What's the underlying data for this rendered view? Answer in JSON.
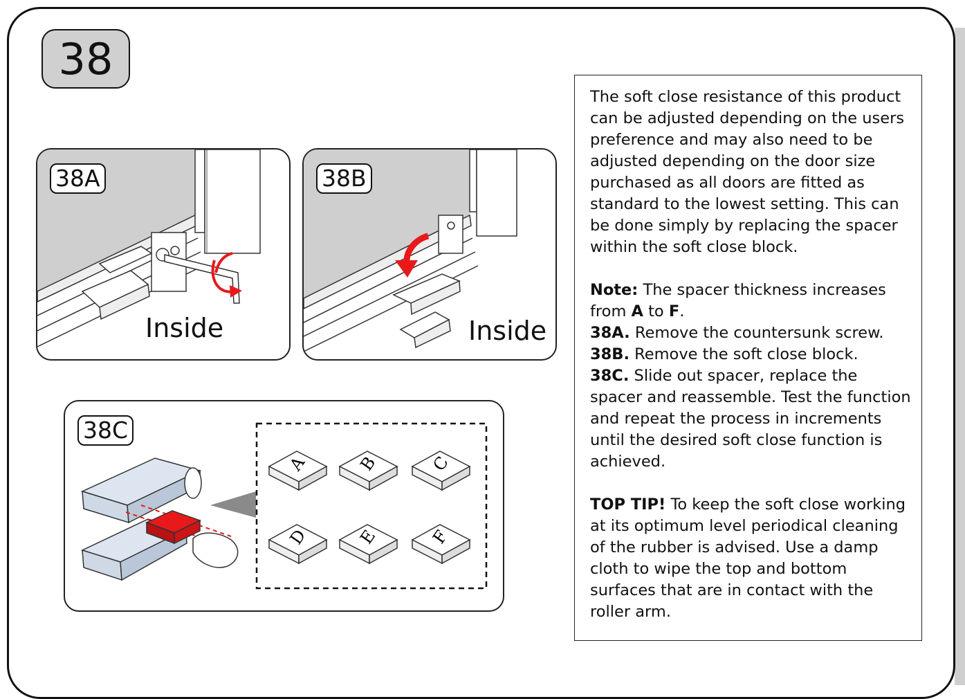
{
  "step": {
    "number": "38"
  },
  "panels": {
    "a": {
      "label": "38A",
      "caption": "Inside"
    },
    "b": {
      "label": "38B",
      "caption": "Inside"
    },
    "c": {
      "label": "38C",
      "spacers": [
        "A",
        "B",
        "C",
        "D",
        "E",
        "F"
      ]
    }
  },
  "instructions": {
    "intro": "The soft close resistance of this product can be adjusted depending on the users preference and may also need to be adjusted depending on the door size purchased as all doors are fitted as standard to the lowest setting. This can be done simply by replacing the spacer within the soft close block.",
    "note_label": "Note:",
    "note_text_1": "The spacer thickness increases from",
    "note_from": "A",
    "note_to_word": "to",
    "note_to": "F",
    "note_end": ".",
    "steps": [
      {
        "label": "38A.",
        "text": "Remove the countersunk screw."
      },
      {
        "label": "38B.",
        "text": "Remove the soft close block."
      },
      {
        "label": "38C.",
        "text": "Slide out spacer, replace the spacer and reassemble. Test the function and repeat the process in increments until the desired soft close function is achieved."
      }
    ],
    "tip_label": "TOP TIP!",
    "tip_text": "To keep the soft close working at its optimum level periodical cleaning of the rubber is advised. Use a damp cloth to wipe the top and bottom surfaces that are in contact with the roller arm."
  },
  "colors": {
    "accent": "#e8191b",
    "panel_gray": "#cfcfcf",
    "block_blue": "#dde6f0"
  }
}
